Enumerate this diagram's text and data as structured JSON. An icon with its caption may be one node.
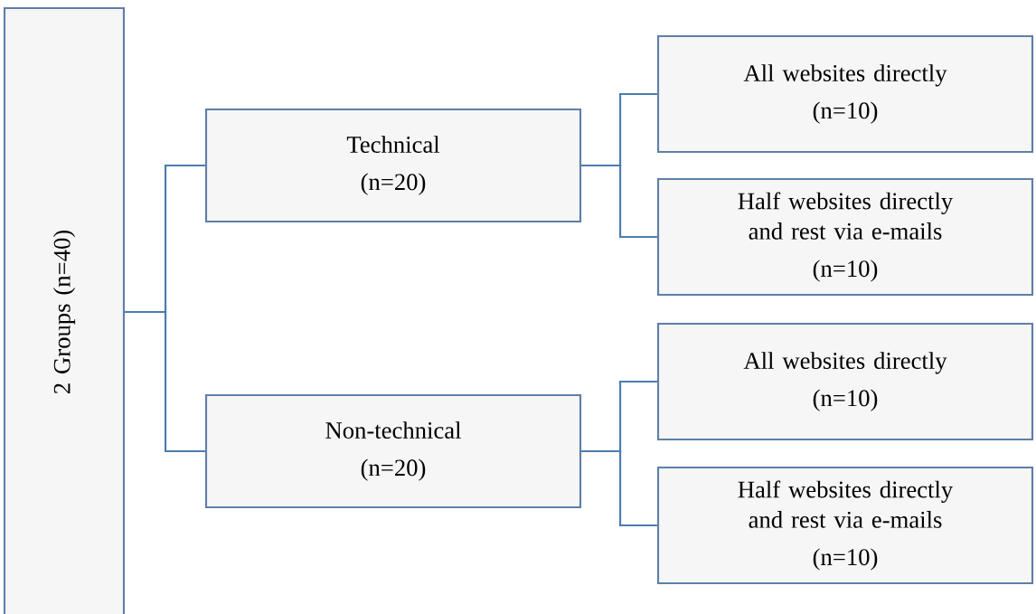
{
  "diagram": {
    "nodes": [
      {
        "text": [
          "2 Groups (n=40)"
        ]
      },
      {
        "text": [
          "Technical",
          "(n=20)"
        ]
      },
      {
        "text": [
          "Non-technical",
          "(n=20)"
        ]
      },
      {
        "text": [
          "All websites directly",
          "(n=10)"
        ]
      },
      {
        "text": [
          "Half websites directly and rest via e-mails",
          "(n=10)"
        ]
      },
      {
        "text": [
          "All websites directly",
          "(n=10)"
        ]
      },
      {
        "text": [
          "Half websites directly and rest via e-mails",
          "(n=10)"
        ]
      }
    ],
    "edges": [
      {
        "from": 0,
        "to": 1,
        "arrow": "none"
      },
      {
        "from": 0,
        "to": 2,
        "arrow": "none"
      },
      {
        "from": 1,
        "to": 3,
        "arrow": "none"
      },
      {
        "from": 1,
        "to": 4,
        "arrow": "none"
      },
      {
        "from": 2,
        "to": 5,
        "arrow": "none"
      },
      {
        "from": 2,
        "to": 6,
        "arrow": "none"
      }
    ]
  }
}
